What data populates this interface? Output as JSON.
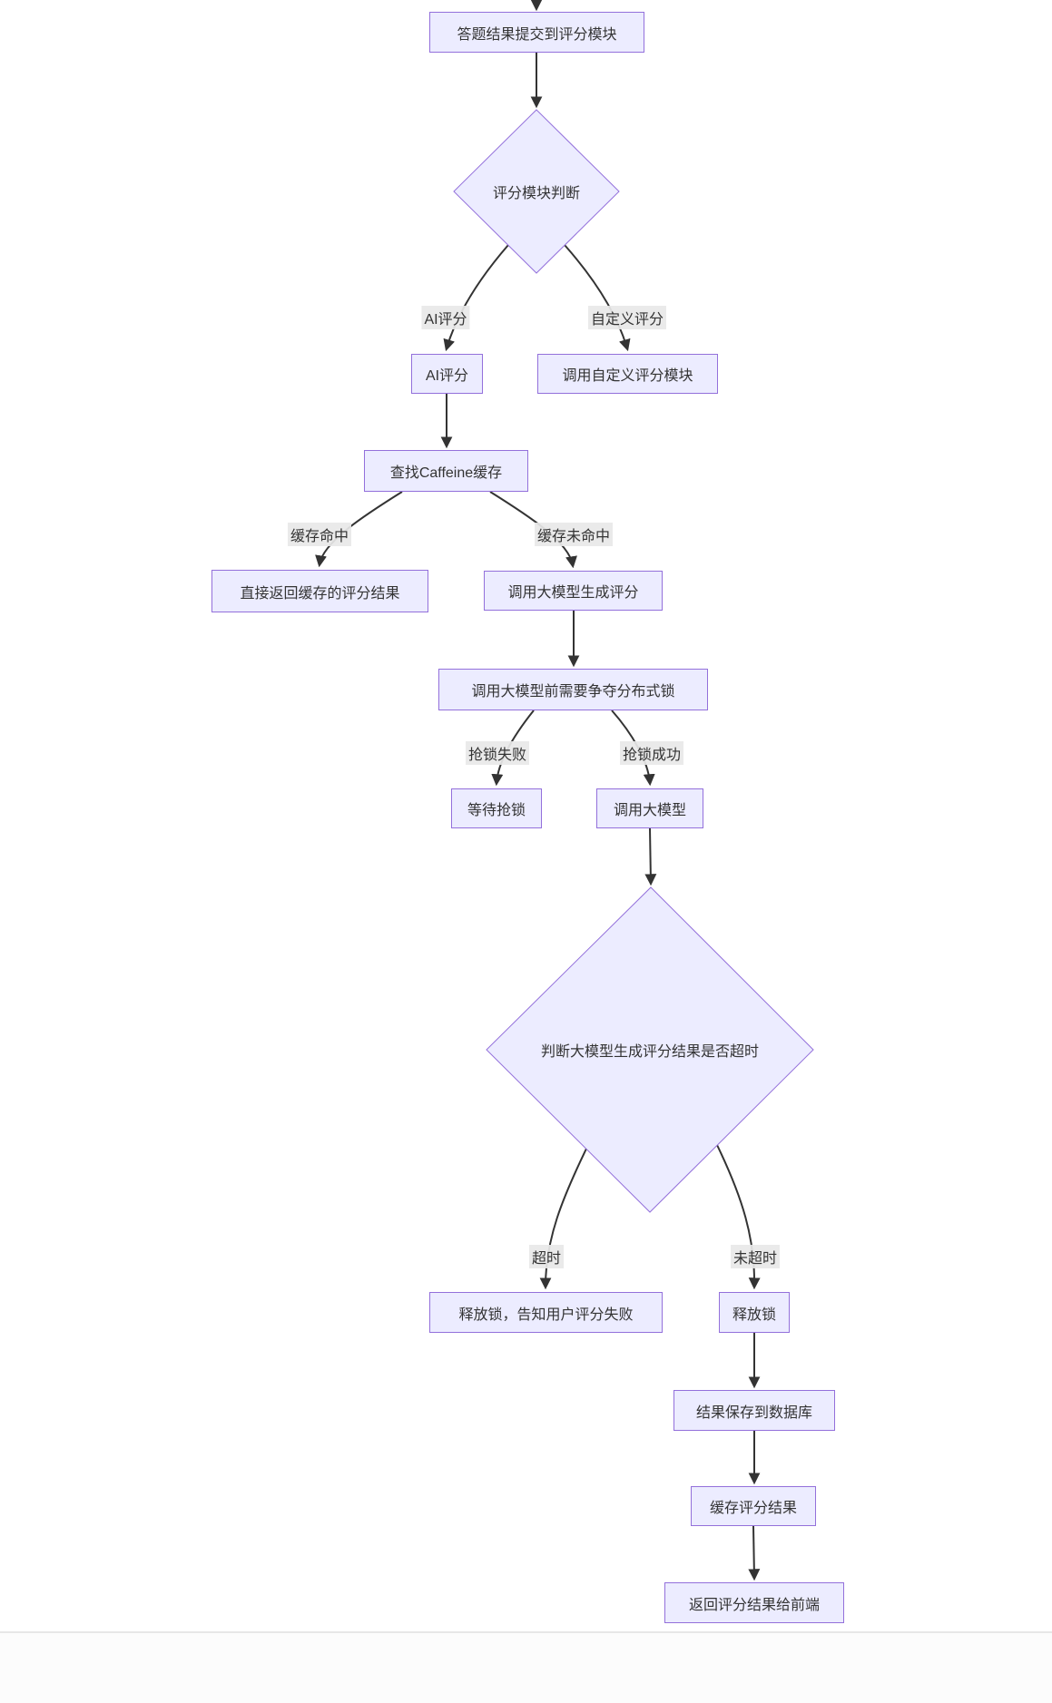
{
  "diagram": {
    "type": "flowchart",
    "colors": {
      "node_fill": "#ECECFF",
      "node_border": "#9370DB",
      "edge_color": "#333333",
      "edge_label_bg": "#e8e8e8",
      "text_color": "#333333",
      "background": "#ffffff",
      "divider": "#e7e7e7"
    },
    "nodes": [
      {
        "id": "submit",
        "shape": "rect",
        "label": "答题结果提交到评分模块"
      },
      {
        "id": "module-judge",
        "shape": "diamond",
        "label": "评分模块判断"
      },
      {
        "id": "ai-score",
        "shape": "rect",
        "label": "AI评分"
      },
      {
        "id": "custom-score",
        "shape": "rect",
        "label": "调用自定义评分模块"
      },
      {
        "id": "caffeine",
        "shape": "rect",
        "label": "查找Caffeine缓存"
      },
      {
        "id": "cache-return",
        "shape": "rect",
        "label": "直接返回缓存的评分结果"
      },
      {
        "id": "llm-generate",
        "shape": "rect",
        "label": "调用大模型生成评分"
      },
      {
        "id": "dist-lock",
        "shape": "rect",
        "label": "调用大模型前需要争夺分布式锁"
      },
      {
        "id": "wait-lock",
        "shape": "rect",
        "label": "等待抢锁"
      },
      {
        "id": "call-llm",
        "shape": "rect",
        "label": "调用大模型"
      },
      {
        "id": "timeout-judge",
        "shape": "diamond",
        "label": "判断大模型生成评分结果是否超时"
      },
      {
        "id": "release-fail",
        "shape": "rect",
        "label": "释放锁，告知用户评分失败"
      },
      {
        "id": "release-lock",
        "shape": "rect",
        "label": "释放锁"
      },
      {
        "id": "save-db",
        "shape": "rect",
        "label": "结果保存到数据库"
      },
      {
        "id": "cache-result",
        "shape": "rect",
        "label": "缓存评分结果"
      },
      {
        "id": "return-front",
        "shape": "rect",
        "label": "返回评分结果给前端"
      }
    ],
    "edge_labels": [
      {
        "id": "ai-branch",
        "text": "AI评分"
      },
      {
        "id": "custom-branch",
        "text": "自定义评分"
      },
      {
        "id": "cache-hit",
        "text": "缓存命中"
      },
      {
        "id": "cache-miss",
        "text": "缓存未命中"
      },
      {
        "id": "lock-fail",
        "text": "抢锁失败"
      },
      {
        "id": "lock-success",
        "text": "抢锁成功"
      },
      {
        "id": "timeout-yes",
        "text": "超时"
      },
      {
        "id": "timeout-no",
        "text": "未超时"
      }
    ]
  }
}
